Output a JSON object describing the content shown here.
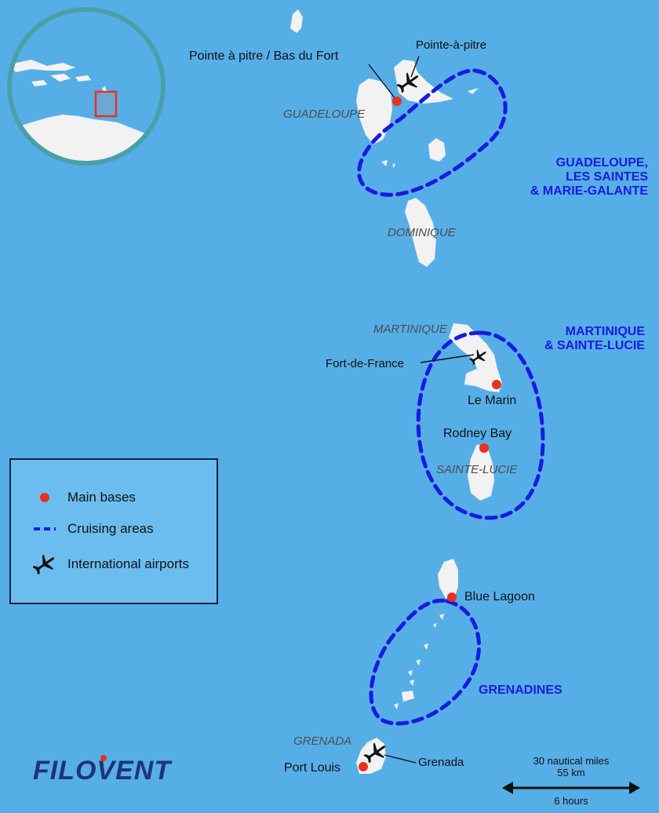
{
  "legend": {
    "main_bases": "Main bases",
    "cruising_areas": "Cruising areas",
    "international_airports": "International airports"
  },
  "places": {
    "pointe_a_pitre_bas_du_fort": "Pointe à pitre / Bas du Fort",
    "pointe_a_pitre_airport": "Pointe-à-pitre",
    "fort_de_france": "Fort-de-France",
    "le_marin": "Le Marin",
    "rodney_bay": "Rodney Bay",
    "blue_lagoon": "Blue Lagoon",
    "grenada_airport": "Grenada",
    "port_louis": "Port Louis"
  },
  "islands": {
    "guadeloupe": "GUADELOUPE",
    "dominique": "DOMINIQUE",
    "martinique": "MARTINIQUE",
    "sainte_lucie": "SAINTE-LUCIE",
    "grenada": "GRENADA"
  },
  "areas": {
    "guadeloupe_line1": "GUADELOUPE,",
    "guadeloupe_line2": "LES SAINTES",
    "guadeloupe_line3": "& MARIE-GALANTE",
    "martinique_line1": "MARTINIQUE",
    "martinique_line2": "& SAINTE-LUCIE",
    "grenadines": "GRENADINES"
  },
  "scale": {
    "nautical": "30 nautical miles",
    "km": "55 km",
    "time": "6 hours"
  },
  "brand": {
    "name": "FILOVENT"
  },
  "colors": {
    "sea": "#56aee7",
    "land": "#f2f2f2",
    "route": "#1a1ae0",
    "base": "#e8321e",
    "inset_ring": "#4aa0a8",
    "brand": "#1f3477"
  }
}
